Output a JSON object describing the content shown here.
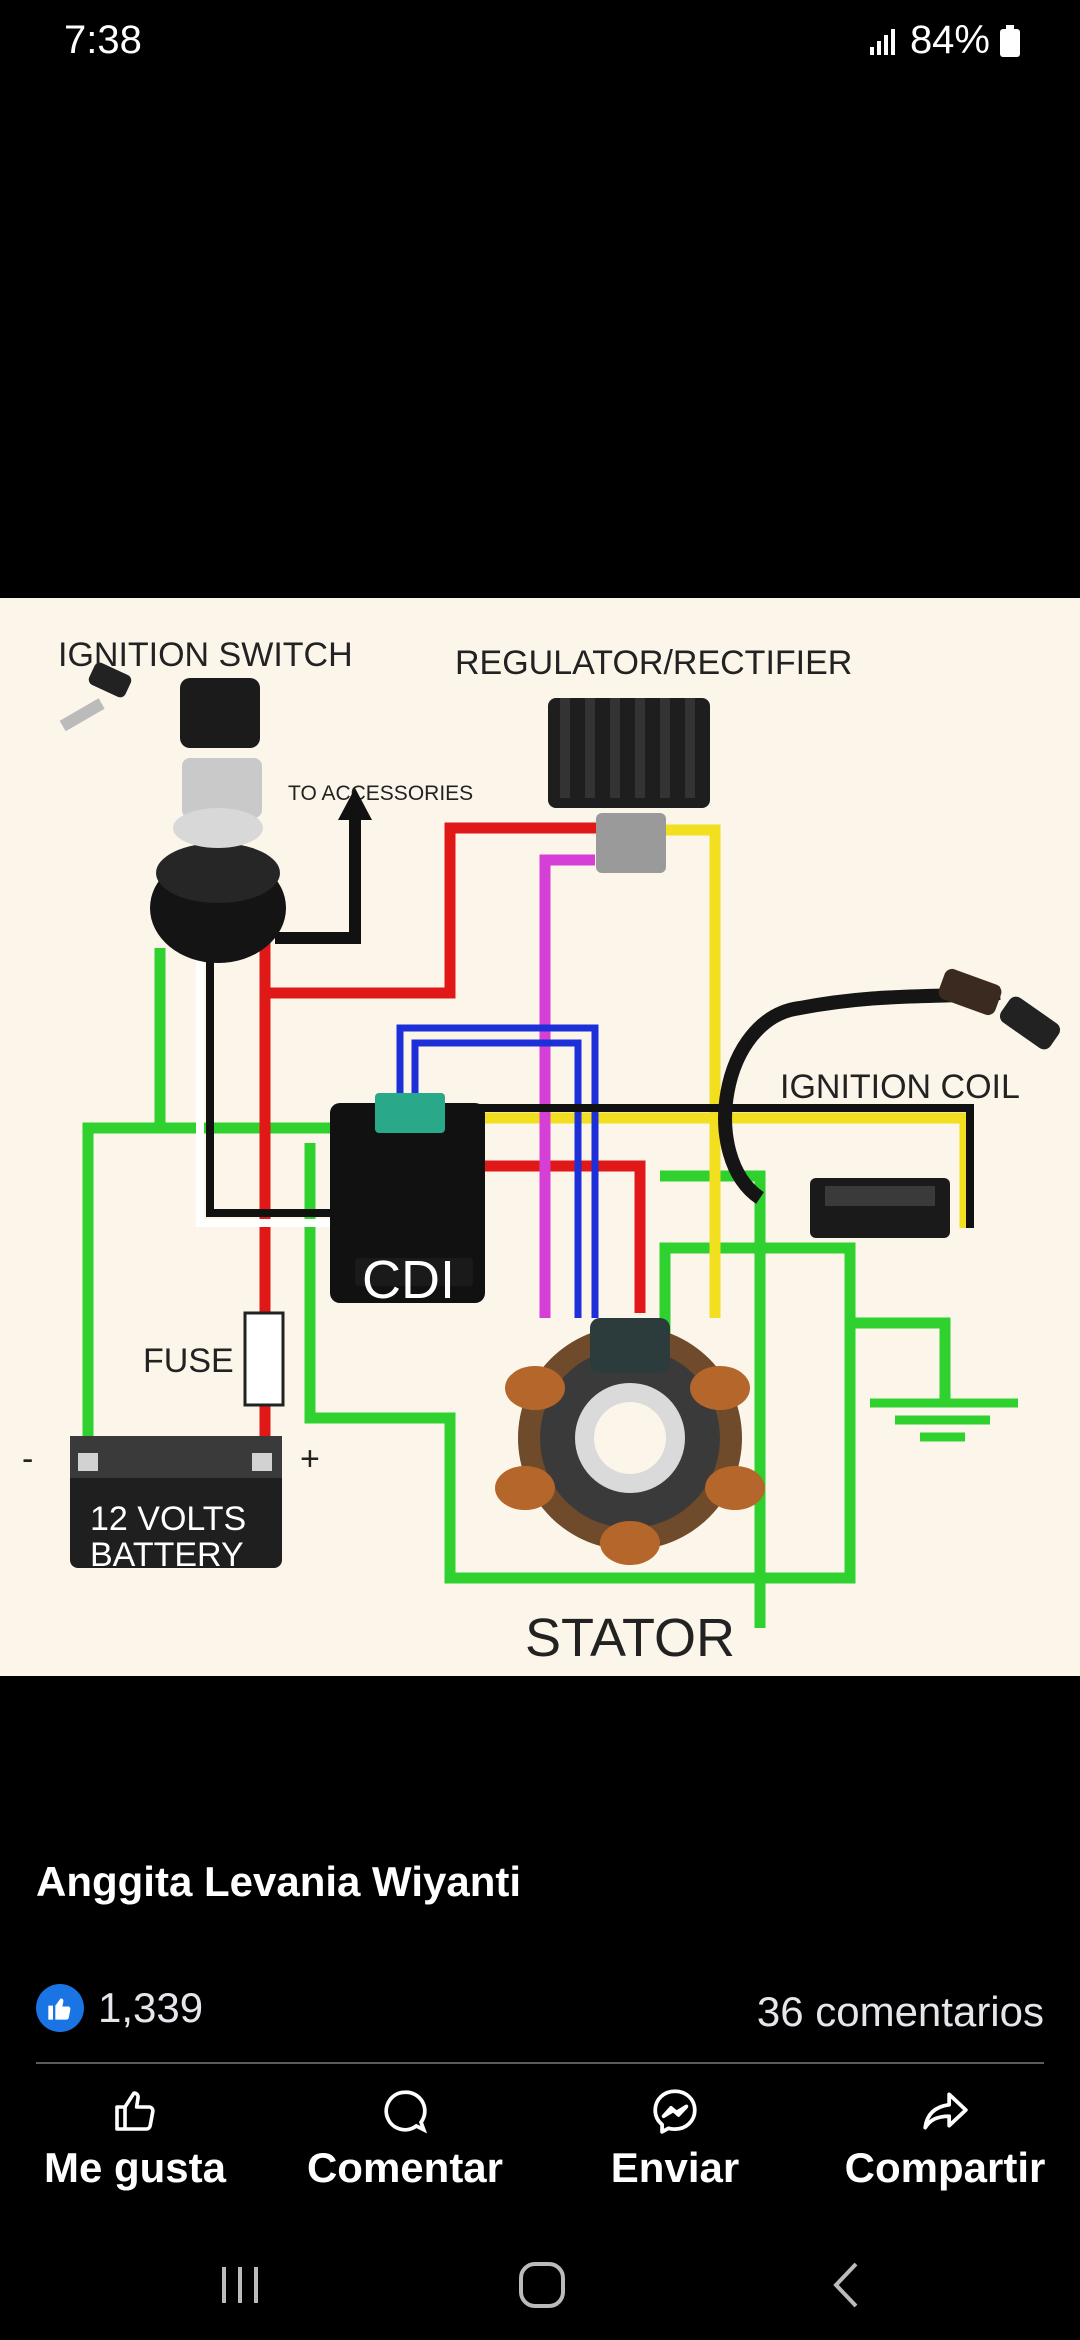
{
  "status_bar": {
    "time": "7:38",
    "battery": "84%"
  },
  "diagram": {
    "labels": {
      "ignition_switch": "IGNITION SWITCH",
      "regulator": "REGULATOR/RECTIFIER",
      "to_accessories": "TO ACCESSORIES",
      "ignition_coil": "IGNITION COIL",
      "cdi": "CDI",
      "fuse": "FUSE",
      "minus": "-",
      "plus": "+",
      "battery_line1": "12 VOLTS",
      "battery_line2": "BATTERY",
      "stator": "STATOR"
    },
    "wire_colors": {
      "red": "#e01818",
      "green": "#2fd12f",
      "yellow": "#f2e020",
      "magenta": "#d63fd6",
      "blue": "#1c2fd8",
      "black": "#111111"
    }
  },
  "post": {
    "author": "Anggita Levania Wiyanti",
    "reactions": "1,339",
    "comments": "36 comentarios"
  },
  "actions": {
    "like": "Me gusta",
    "comment": "Comentar",
    "send": "Enviar",
    "share": "Compartir"
  }
}
